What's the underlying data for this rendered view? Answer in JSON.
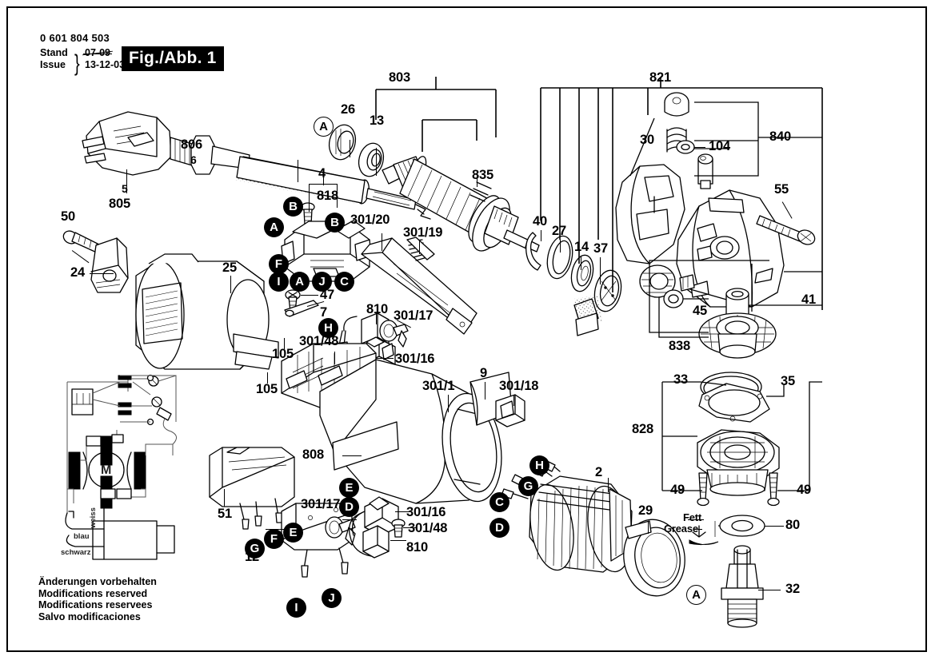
{
  "header": {
    "order_number": "0 601 804 503",
    "stand_label": "Stand",
    "issue_label": "Issue",
    "stand_value": "07-09",
    "issue_value": "13-12-03",
    "fig_badge": "Fig./Abb. 1"
  },
  "footer": {
    "line1": "Änderungen vorbehalten",
    "line2": "Modifications reserved",
    "line3": "Modifications reservees",
    "line4": "Salvo modificaciones"
  },
  "wiring": {
    "motor_symbol": "M",
    "wire_white": "weiss",
    "wire_blue": "blau",
    "wire_black": "schwarz"
  },
  "grease_note": {
    "de": "Fett",
    "en": "Grease"
  },
  "part_numbers": [
    {
      "id": "n805",
      "text": "805"
    },
    {
      "id": "n5",
      "text": "5"
    },
    {
      "id": "n806",
      "text": "806"
    },
    {
      "id": "n6",
      "text": "6"
    },
    {
      "id": "n50",
      "text": "50"
    },
    {
      "id": "n24",
      "text": "24"
    },
    {
      "id": "n25",
      "text": "25"
    },
    {
      "id": "n26",
      "text": "26"
    },
    {
      "id": "n13",
      "text": "13"
    },
    {
      "id": "n803",
      "text": "803"
    },
    {
      "id": "n835",
      "text": "835"
    },
    {
      "id": "n4",
      "text": "4"
    },
    {
      "id": "n818",
      "text": "818"
    },
    {
      "id": "n30120",
      "text": "301/20"
    },
    {
      "id": "n30119",
      "text": "301/19"
    },
    {
      "id": "n47",
      "text": "47"
    },
    {
      "id": "n7",
      "text": "7"
    },
    {
      "id": "n810a",
      "text": "810"
    },
    {
      "id": "n30117a",
      "text": "301/17"
    },
    {
      "id": "n30148a",
      "text": "301/48"
    },
    {
      "id": "n30116a",
      "text": "301/16"
    },
    {
      "id": "n105a",
      "text": "105"
    },
    {
      "id": "n105b",
      "text": "105"
    },
    {
      "id": "n3011",
      "text": "301/1"
    },
    {
      "id": "n9",
      "text": "9"
    },
    {
      "id": "n30118",
      "text": "301/18"
    },
    {
      "id": "n808",
      "text": "808"
    },
    {
      "id": "n51",
      "text": "51"
    },
    {
      "id": "n12",
      "text": "12"
    },
    {
      "id": "n30117b",
      "text": "301/17"
    },
    {
      "id": "n30116b",
      "text": "301/16"
    },
    {
      "id": "n30148b",
      "text": "301/48"
    },
    {
      "id": "n810b",
      "text": "810"
    },
    {
      "id": "n2",
      "text": "2"
    },
    {
      "id": "n29",
      "text": "29"
    },
    {
      "id": "n821",
      "text": "821"
    },
    {
      "id": "n30",
      "text": "30"
    },
    {
      "id": "n840",
      "text": "840"
    },
    {
      "id": "n104",
      "text": "104"
    },
    {
      "id": "n55",
      "text": "55"
    },
    {
      "id": "n40",
      "text": "40"
    },
    {
      "id": "n27",
      "text": "27"
    },
    {
      "id": "n14",
      "text": "14"
    },
    {
      "id": "n37",
      "text": "37"
    },
    {
      "id": "n41",
      "text": "41"
    },
    {
      "id": "n45",
      "text": "45"
    },
    {
      "id": "n838",
      "text": "838"
    },
    {
      "id": "n33",
      "text": "33"
    },
    {
      "id": "n35",
      "text": "35"
    },
    {
      "id": "n828",
      "text": "828"
    },
    {
      "id": "n49a",
      "text": "49"
    },
    {
      "id": "n49b",
      "text": "49"
    },
    {
      "id": "n80",
      "text": "80"
    },
    {
      "id": "n32",
      "text": "32"
    }
  ],
  "callout_letters": [
    {
      "id": "bA1",
      "text": "A",
      "style": "open"
    },
    {
      "id": "bB1",
      "text": "B",
      "style": "filled"
    },
    {
      "id": "bA2",
      "text": "A",
      "style": "filled"
    },
    {
      "id": "bB2",
      "text": "B",
      "style": "filled"
    },
    {
      "id": "bF",
      "text": "F",
      "style": "filled"
    },
    {
      "id": "bI1",
      "text": "I",
      "style": "filled"
    },
    {
      "id": "bA3",
      "text": "A",
      "style": "filled"
    },
    {
      "id": "bJ1",
      "text": "J",
      "style": "filled"
    },
    {
      "id": "bC1",
      "text": "C",
      "style": "filled"
    },
    {
      "id": "bA4",
      "text": "A",
      "style": "open"
    },
    {
      "id": "bH1",
      "text": "H",
      "style": "filled"
    },
    {
      "id": "bE1",
      "text": "E",
      "style": "filled"
    },
    {
      "id": "bD1",
      "text": "D",
      "style": "filled"
    },
    {
      "id": "bG1",
      "text": "G",
      "style": "filled"
    },
    {
      "id": "bF2",
      "text": "F",
      "style": "filled"
    },
    {
      "id": "bE2",
      "text": "E",
      "style": "filled"
    },
    {
      "id": "bI2",
      "text": "I",
      "style": "filled"
    },
    {
      "id": "bJ2",
      "text": "J",
      "style": "filled"
    },
    {
      "id": "bH2",
      "text": "H",
      "style": "filled"
    },
    {
      "id": "bG2",
      "text": "G",
      "style": "filled"
    },
    {
      "id": "bC2",
      "text": "C",
      "style": "filled"
    },
    {
      "id": "bD2",
      "text": "D",
      "style": "filled"
    },
    {
      "id": "bA5",
      "text": "A",
      "style": "open"
    }
  ]
}
